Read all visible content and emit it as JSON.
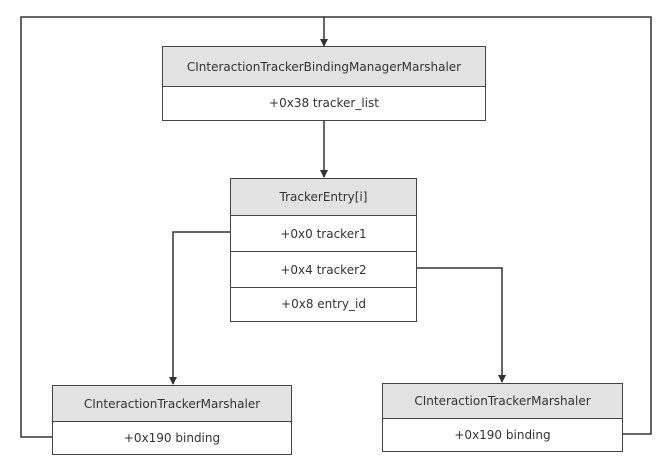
{
  "manager": {
    "title": "CInteractionTrackerBindingManagerMarshaler",
    "field": "+0x38 tracker_list"
  },
  "entry": {
    "title": "TrackerEntry[i]",
    "fields": [
      "+0x0 tracker1",
      "+0x4 tracker2",
      "+0x8 entry_id"
    ]
  },
  "left_marshaler": {
    "title": "CInteractionTrackerMarshaler",
    "field": "+0x190 binding"
  },
  "right_marshaler": {
    "title": "CInteractionTrackerMarshaler",
    "field": "+0x190 binding"
  },
  "colors": {
    "header_fill": "#e3e3e3",
    "line": "#444444",
    "text": "#333333"
  }
}
